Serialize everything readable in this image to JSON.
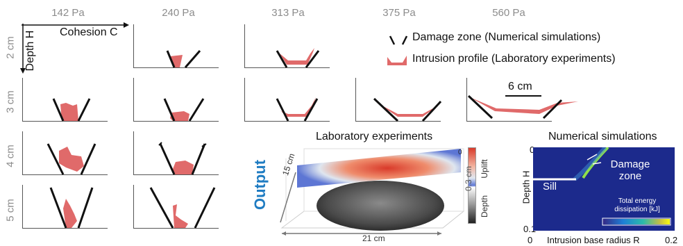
{
  "cohesion_labels": [
    "142 Pa",
    "240 Pa",
    "313 Pa",
    "375 Pa",
    "560 Pa"
  ],
  "depth_labels": [
    "2 cm",
    "3 cm",
    "4 cm",
    "5 cm"
  ],
  "axes": {
    "depth_label": "Depth H",
    "cohesion_label": "Cohesion C"
  },
  "legend": {
    "damage": "Damage zone (Numerical simulations)",
    "intrusion": "Intrusion profile (Laboratory experiments)"
  },
  "scale_bar": "6 cm",
  "lab": {
    "title": "Laboratory experiments",
    "side_label": "Output",
    "dim_depth": "15 cm",
    "dim_width": "21 cm",
    "cbar_top": "0.3 cm",
    "cbar_uplift": "Uplift",
    "cbar_depth": "Depth"
  },
  "num": {
    "title": "Numerical simulations",
    "y_top": "0",
    "y_bottom": "0.1",
    "x_left": "0",
    "x_right": "0.2",
    "ylabel": "Depth H",
    "xlabel": "Intrusion base radius R",
    "sill": "Sill",
    "damage_label": "Damage zone",
    "cbar_label": "Total energy dissipation [kJ]"
  },
  "colors": {
    "intrusion": "#e06a6a",
    "damage": "#111111",
    "accent": "#1f7cc2",
    "field": "#1c2a8c"
  }
}
